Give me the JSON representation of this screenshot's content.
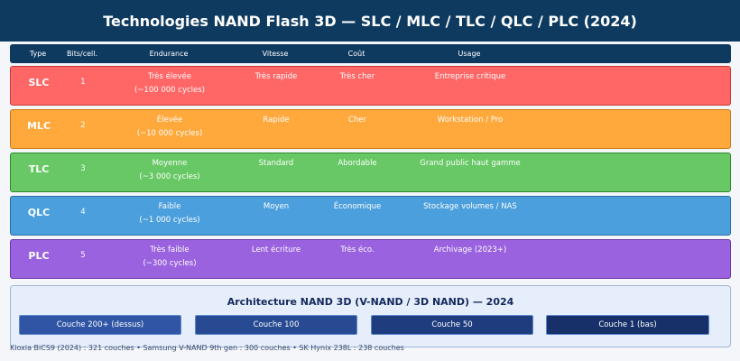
{
  "title": "Technologies NAND Flash 3D — SLC / MLC / TLC / QLC / PLC (2024)",
  "headers": {
    "type": "Type",
    "bits": "Bits/cell.",
    "endurance": "Endurance",
    "vitesse": "Vitesse",
    "cout": "Coût",
    "usage": "Usage"
  },
  "rows": [
    {
      "type": "SLC",
      "bits": "1",
      "endurance": "Très élevée",
      "cycles": "(~100 000 cycles)",
      "vitesse": "Très rapide",
      "cout": "Très cher",
      "usage": "Entreprise critique",
      "bg": "#ff6666",
      "border": "#c53a3a"
    },
    {
      "type": "MLC",
      "bits": "2",
      "endurance": "Élevée",
      "cycles": "(~10 000 cycles)",
      "vitesse": "Rapide",
      "cout": "Cher",
      "usage": "Workstation / Pro",
      "bg": "#ffa83b",
      "border": "#c97a16"
    },
    {
      "type": "TLC",
      "bits": "3",
      "endurance": "Moyenne",
      "cycles": "(~3 000 cycles)",
      "vitesse": "Standard",
      "cout": "Abordable",
      "usage": "Grand public haut gamme",
      "bg": "#67c865",
      "border": "#2f8a2c"
    },
    {
      "type": "QLC",
      "bits": "4",
      "endurance": "Faible",
      "cycles": "(~1 000 cycles)",
      "vitesse": "Moyen",
      "cout": "Économique",
      "usage": "Stockage volumes / NAS",
      "bg": "#4b9fdc",
      "border": "#2a6ea6"
    },
    {
      "type": "PLC",
      "bits": "5",
      "endurance": "Très faible",
      "cycles": "(~300 cycles)",
      "vitesse": "Lent écriture",
      "cout": "Très éco.",
      "usage": "Archivage (2023+)",
      "bg": "#9a62df",
      "border": "#6a3aa8"
    }
  ],
  "architecture": {
    "title": "Architecture NAND 3D (V-NAND / 3D NAND) — 2024",
    "layers": [
      {
        "label": "Couche 200+ (dessus)",
        "bg": "#2f55a4"
      },
      {
        "label": "Couche 100",
        "bg": "#274a92"
      },
      {
        "label": "Couche 50",
        "bg": "#1f3d7e"
      },
      {
        "label": "Couche 1 (bas)",
        "bg": "#173069"
      }
    ]
  },
  "footer": "Kioxia BiCS9 (2024) : 321 couches  •  Samsung V-NAND 9th gen : 300 couches  •  SK Hynix 238L : 238 couches"
}
